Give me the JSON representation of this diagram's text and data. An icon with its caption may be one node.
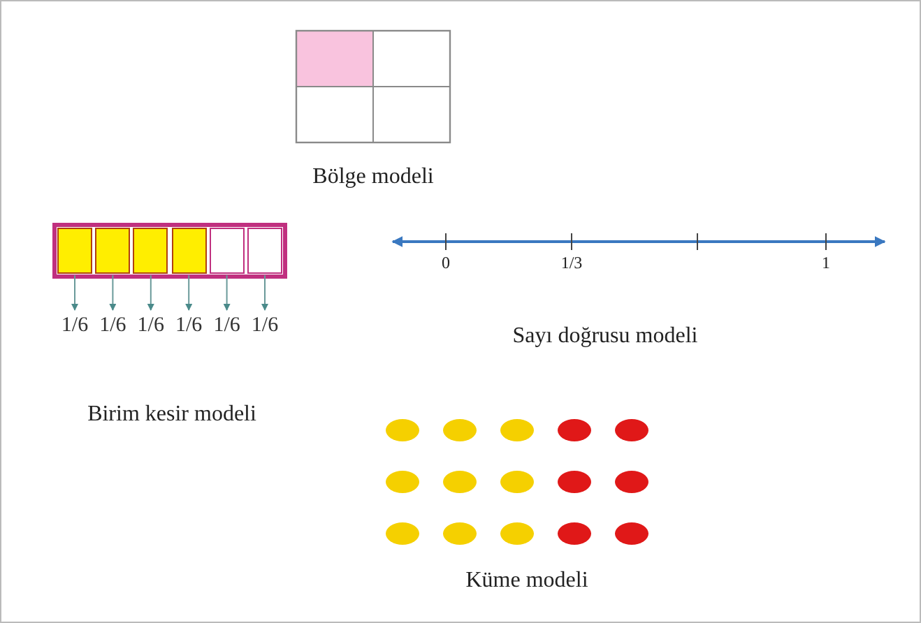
{
  "diagram": {
    "nodes": [
      {
        "text": [],
        "shape": "box"
      },
      {
        "text": [],
        "shape": "box"
      },
      {
        "text": [],
        "shape": "box"
      },
      {
        "text": [],
        "shape": "box"
      },
      {
        "text": [],
        "shape": "box"
      },
      {
        "text": [],
        "shape": "box"
      },
      {
        "text": [
          "1/6"
        ]
      },
      {
        "text": [
          "1/6"
        ]
      },
      {
        "text": [
          "1/6"
        ]
      },
      {
        "text": [
          "1/6"
        ]
      },
      {
        "text": [
          "1/6"
        ]
      },
      {
        "text": [
          "1/6"
        ]
      }
    ],
    "edges": [
      {
        "from": 0,
        "to": 6,
        "arrow": "to"
      },
      {
        "from": 1,
        "to": 7,
        "arrow": "to"
      },
      {
        "from": 2,
        "to": 8,
        "arrow": "to"
      },
      {
        "from": 3,
        "to": 9,
        "arrow": "to"
      },
      {
        "from": 4,
        "to": 10,
        "arrow": "to"
      },
      {
        "from": 5,
        "to": 11,
        "arrow": "to"
      }
    ],
    "labels": [
      "Bölge modeli",
      "0",
      "1/3",
      "1",
      "Sayı doğrusu modeli",
      "Birim kesir modeli",
      "Küme modeli"
    ]
  }
}
